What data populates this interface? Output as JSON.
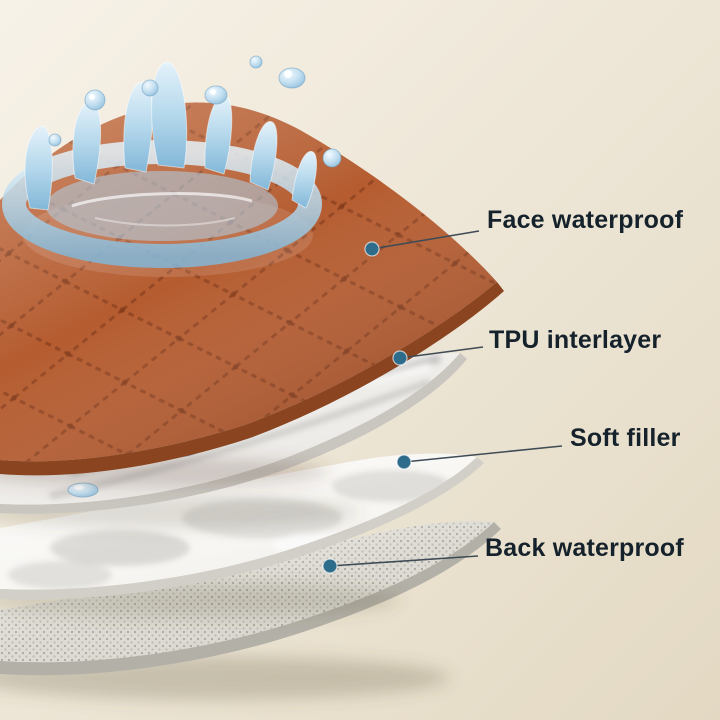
{
  "diagram": {
    "type": "product-layer-structure",
    "layer_count": 4
  },
  "callouts": [
    {
      "label": "Face waterproof"
    },
    {
      "label": "TPU interlayer"
    },
    {
      "label": "Soft filler"
    },
    {
      "label": "Back waterproof"
    }
  ],
  "colors": {
    "background_top": "#f7f2e8",
    "background_bottom": "#e3d9c3",
    "face_waterproof": "#b55c30",
    "face_waterproof_edge": "#8a441f",
    "tpu_interlayer": "#efedea",
    "tpu_interlayer_edge": "#c9c6c0",
    "soft_filler": "#f8f7f4",
    "soft_filler_edge": "#d2cfc8",
    "back_waterproof": "#dddbd3",
    "back_waterproof_edge": "#b3b0a7",
    "water": "#a8cfe6",
    "callout_line": "#3f4b55",
    "callout_dot": "#2e6c8c",
    "label_text": "#15222c"
  }
}
